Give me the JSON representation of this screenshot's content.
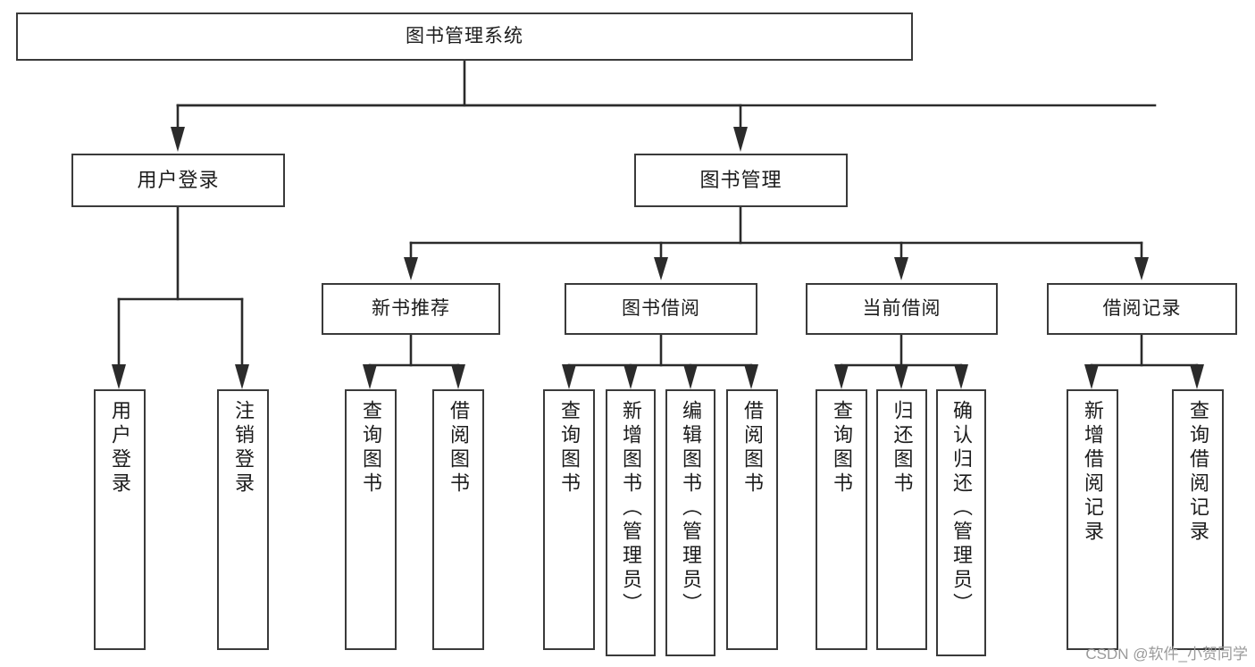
{
  "diagram": {
    "title": "图书管理系统",
    "type": "tree-hierarchy-diagram",
    "watermark": "CSDN @软件_小贺同学",
    "style": {
      "box_border_color": "#3a3a3a",
      "box_fill_color": "#ffffff",
      "connector_color": "#2b2b2b",
      "background_color": "#ffffff",
      "text_color": "#1c1c1c"
    },
    "nodes": {
      "root": {
        "label": "图书管理系统"
      },
      "level1": [
        {
          "label": "用户登录"
        },
        {
          "label": "图书管理"
        }
      ],
      "level2": [
        {
          "label": "新书推荐"
        },
        {
          "label": "图书借阅"
        },
        {
          "label": "当前借阅"
        },
        {
          "label": "借阅记录"
        }
      ],
      "leaves": {
        "user_login": [
          {
            "label": "用户登录"
          },
          {
            "label": "注销登录"
          }
        ],
        "new_book_recommend": [
          {
            "label": "查询图书"
          },
          {
            "label": "借阅图书"
          }
        ],
        "book_borrow": [
          {
            "label": "查询图书"
          },
          {
            "label": "新增图书（管理员）"
          },
          {
            "label": "编辑图书（管理员）"
          },
          {
            "label": "借阅图书"
          }
        ],
        "current_borrow": [
          {
            "label": "查询图书"
          },
          {
            "label": "归还图书"
          },
          {
            "label": "确认归还（管理员）"
          }
        ],
        "borrow_record": [
          {
            "label": "新增借阅记录"
          },
          {
            "label": "查询借阅记录"
          }
        ]
      }
    }
  }
}
